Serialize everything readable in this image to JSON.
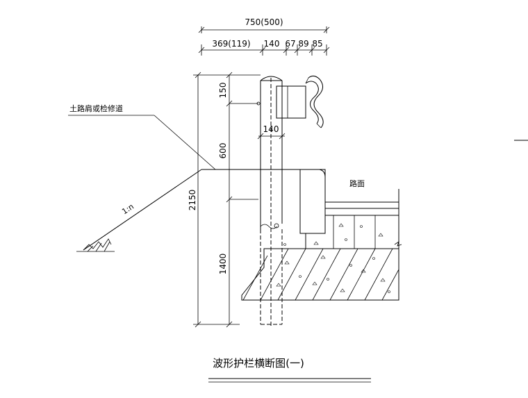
{
  "drawing": {
    "title": "波形护栏横断图(一)",
    "label_shoulder": "土路肩或检修道",
    "label_road": "路面",
    "slope_label": "1:n"
  },
  "dimensions": {
    "overall_width": "750(500)",
    "seg_1": "369(119)",
    "seg_2": "140",
    "seg_3": "67",
    "seg_4": "89",
    "seg_5": "85",
    "post_width": "140",
    "overall_height": "2150",
    "h_top": "150",
    "h_mid": "600",
    "h_bottom": "1400"
  }
}
